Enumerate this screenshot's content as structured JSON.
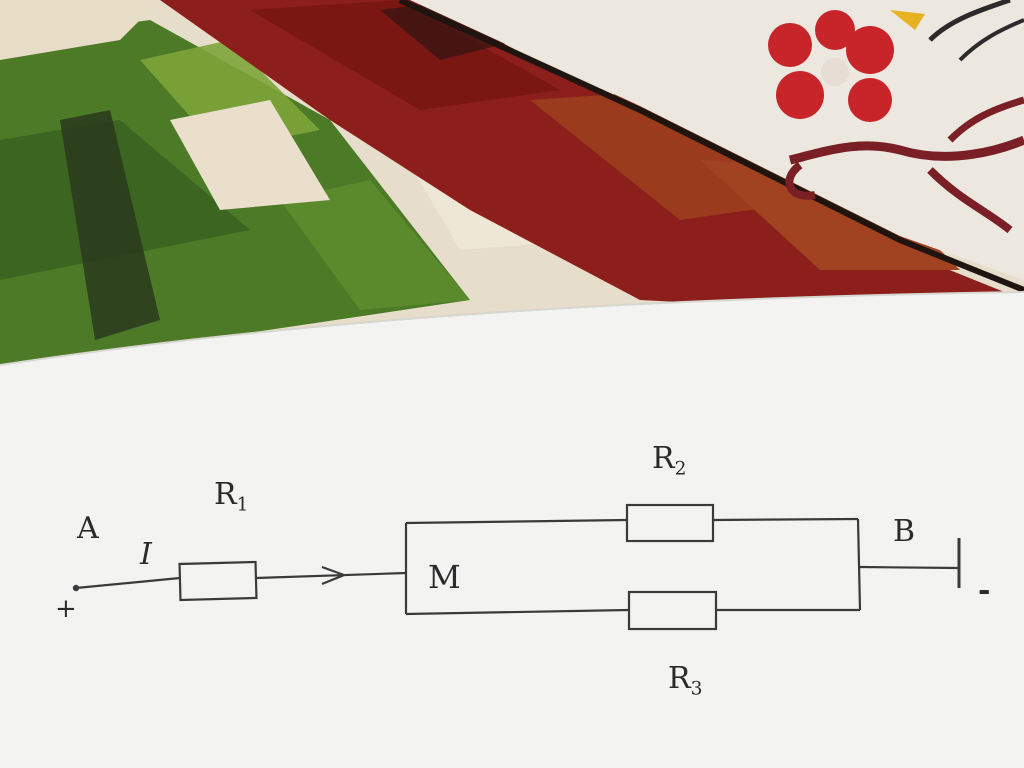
{
  "labels": {
    "terminal_a": "A",
    "current": "I",
    "plus_sign": "+",
    "r1": {
      "base": "R",
      "sub": "1"
    },
    "r2": {
      "base": "R",
      "sub": "2"
    },
    "r3": {
      "base": "R",
      "sub": "3"
    },
    "node_m": "M",
    "terminal_b": "B",
    "minus_sign": "-"
  },
  "colors": {
    "paper": "#f3f3f2",
    "ink": "#3a3a3a",
    "fabric_green": "#4f7a2a",
    "fabric_red": "#8e1e1a",
    "fabric_cream": "#e8dcc8",
    "flower_red": "#c8242a"
  }
}
